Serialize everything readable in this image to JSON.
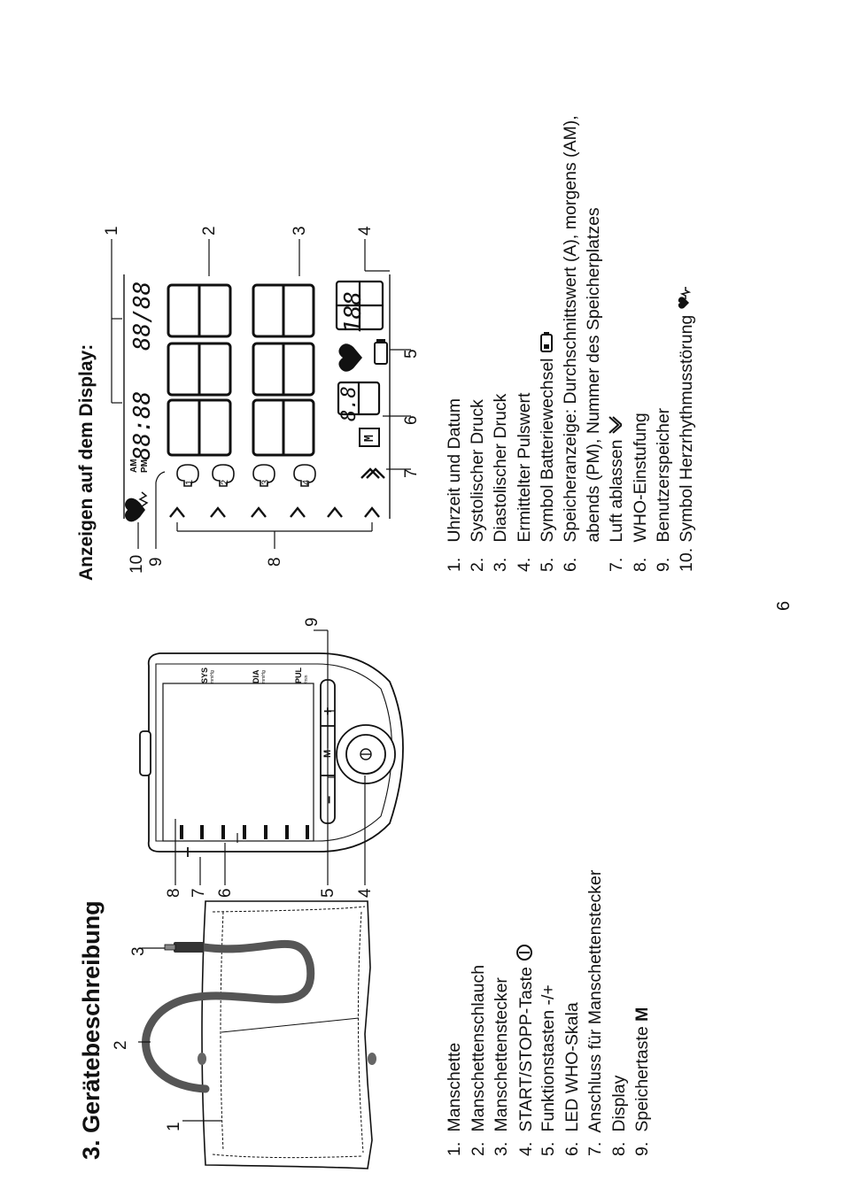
{
  "page_title": "3. Gerätebeschreibung",
  "device_list": [
    {
      "num": "1.",
      "text": "Manschette"
    },
    {
      "num": "2.",
      "text": "Manschettenschlauch"
    },
    {
      "num": "3.",
      "text": "Manschettenstecker"
    },
    {
      "num": "4.",
      "text": "START/STOPP-Taste",
      "icon": "power-icon"
    },
    {
      "num": "5.",
      "text": "Funktionstasten -/+"
    },
    {
      "num": "6.",
      "text": "LED WHO-Skala"
    },
    {
      "num": "7.",
      "text": "Anschluss für Manschettenstecker"
    },
    {
      "num": "8.",
      "text": "Display"
    },
    {
      "num": "9.",
      "text": "Speichertaste",
      "bold_suffix": "M"
    }
  ],
  "cuff_callouts": [
    "1",
    "2",
    "3"
  ],
  "device_callouts": [
    "9",
    "8",
    "7",
    "6",
    "5",
    "4"
  ],
  "device_labels": {
    "sys": "SYS",
    "dia": "DIA",
    "pul": "PUL",
    "unit": "mmHg",
    "unit_pul": "/min",
    "plus": "+",
    "minus": "−",
    "mem": "M"
  },
  "display_heading": "Anzeigen auf dem Display:",
  "display_callouts": [
    "10",
    "9",
    "8",
    "1",
    "2",
    "3",
    "4",
    "5",
    "6",
    "7"
  ],
  "lcd": {
    "am": "AM",
    "pm": "PM",
    "time": "88:88",
    "date": "88/88",
    "mem_box": "M",
    "sub": "8.8",
    "pulse": "188",
    "users": [
      "1",
      "2",
      "3",
      "4"
    ]
  },
  "display_list": [
    {
      "num": "1.",
      "text": "Uhrzeit und Datum"
    },
    {
      "num": "2.",
      "text": "Systolischer Druck"
    },
    {
      "num": "3.",
      "text": "Diastolischer Druck"
    },
    {
      "num": "4.",
      "text": "Ermittelter Pulswert"
    },
    {
      "num": "5.",
      "text": "Symbol Batteriewechsel",
      "icon": "battery-icon"
    },
    {
      "num": "6.",
      "text": "Speicheranzeige: Durchschnittswert (A), morgens (AM),"
    },
    {
      "num": "",
      "text": "abends (PM), Nummer des Speicherplatzes"
    },
    {
      "num": "7.",
      "text": "Luft ablassen",
      "icon": "double-chevron-icon"
    },
    {
      "num": "8.",
      "text": "WHO-Einstufung"
    },
    {
      "num": "9.",
      "text": "Benutzerspeicher"
    },
    {
      "num": "10.",
      "text": "Symbol Herzrhythmusstörung",
      "icon": "irregular-heartbeat-icon"
    }
  ],
  "page_number": "6",
  "colors": {
    "ink": "#111111",
    "tube": "#555555"
  }
}
